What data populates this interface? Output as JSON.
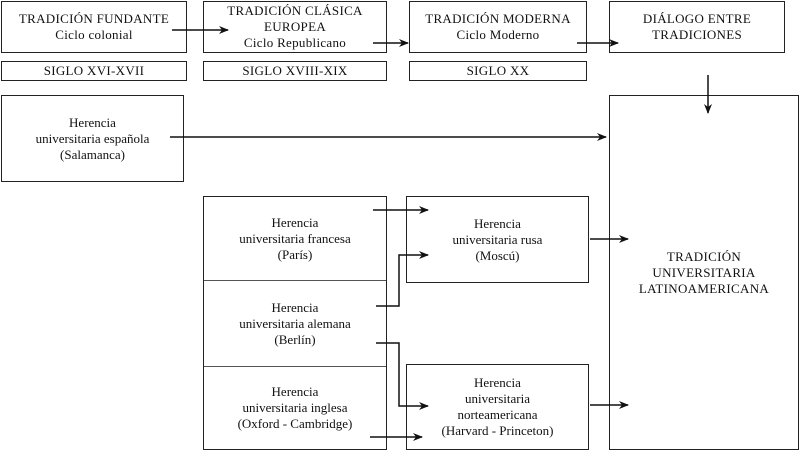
{
  "eras": [
    {
      "title": "TRADICIÓN FUNDANTE",
      "subtitle": "Ciclo colonial",
      "century": "SIGLO XVI-XVII"
    },
    {
      "title": "TRADICIÓN CLÁSICA",
      "title2": "EUROPEA",
      "subtitle": "Ciclo Republicano",
      "century": "SIGLO XVIII-XIX"
    },
    {
      "title": "TRADICIÓN MODERNA",
      "subtitle": "Ciclo Moderno",
      "century": "SIGLO XX"
    },
    {
      "title": "DIÁLOGO ENTRE",
      "title2": "TRADICIONES"
    }
  ],
  "heritages": {
    "espanola": [
      "Herencia",
      "universitaria española",
      "(Salamanca)"
    ],
    "francesa": [
      "Herencia",
      "universitaria francesa",
      "(París)"
    ],
    "alemana": [
      "Herencia",
      "universitaria alemana",
      "(Berlín)"
    ],
    "inglesa": [
      "Herencia",
      "universitaria inglesa",
      "(Oxford - Cambridge)"
    ],
    "rusa": [
      "Herencia",
      "universitaria rusa",
      "(Moscú)"
    ],
    "norteamericana": [
      "Herencia",
      "universitaria",
      "norteamericana",
      "(Harvard - Princeton)"
    ]
  },
  "result": [
    "TRADICIÓN",
    "UNIVERSITARIA",
    "LATINOAMERICANA"
  ]
}
